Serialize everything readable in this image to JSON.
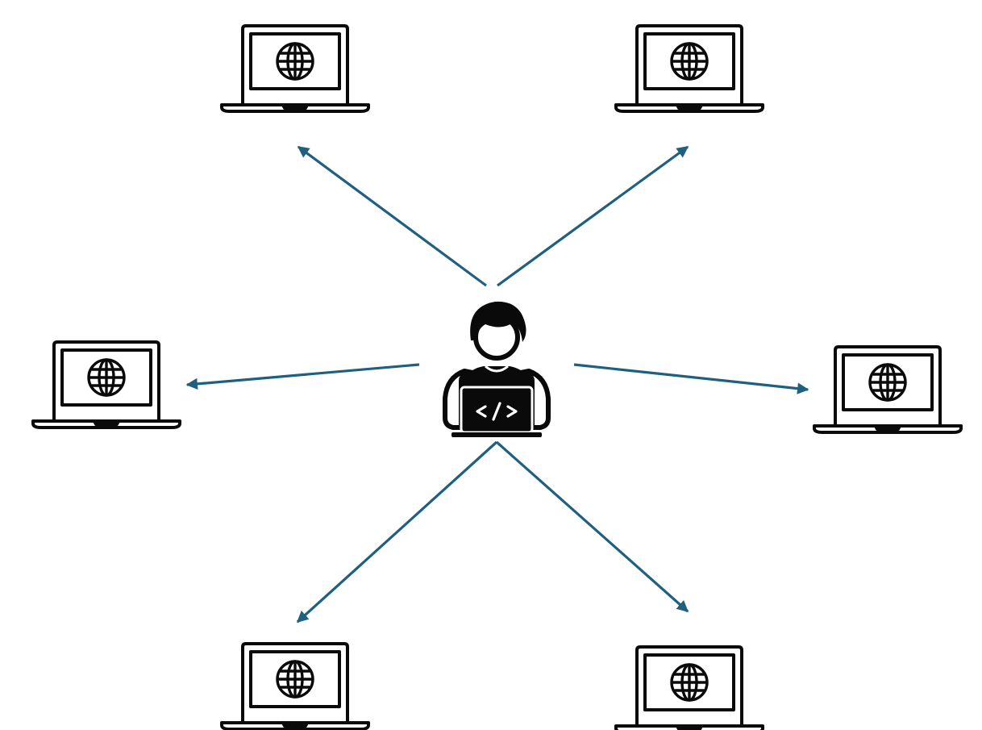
{
  "diagram": {
    "center_node": {
      "icon": "developer-with-code-laptop-icon",
      "code_glyph": "</>"
    },
    "client_nodes": [
      {
        "id": "top-left",
        "icon": "laptop-globe-icon"
      },
      {
        "id": "top-right",
        "icon": "laptop-globe-icon"
      },
      {
        "id": "middle-left",
        "icon": "laptop-globe-icon"
      },
      {
        "id": "middle-right",
        "icon": "laptop-globe-icon"
      },
      {
        "id": "bottom-left",
        "icon": "laptop-globe-icon"
      },
      {
        "id": "bottom-right",
        "icon": "laptop-globe-icon"
      }
    ],
    "edges": [
      {
        "from": "center",
        "to": "top-left"
      },
      {
        "from": "center",
        "to": "top-right"
      },
      {
        "from": "center",
        "to": "middle-left"
      },
      {
        "from": "center",
        "to": "middle-right"
      },
      {
        "from": "center",
        "to": "bottom-left"
      },
      {
        "from": "center",
        "to": "bottom-right"
      }
    ],
    "colors": {
      "arrow": "#1f5f7f",
      "icon": "#0a0a0a",
      "background": "#ffffff"
    }
  }
}
